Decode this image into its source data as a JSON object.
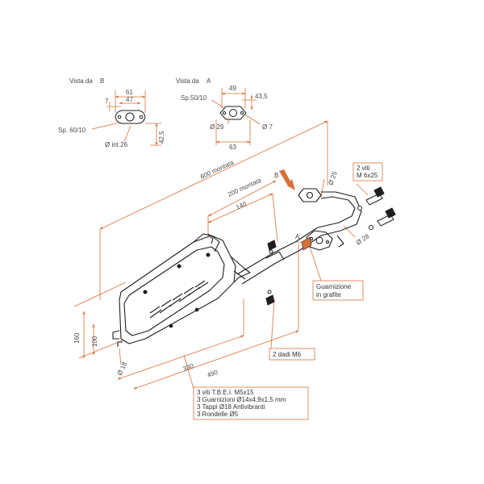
{
  "colors": {
    "dimension": "#d9703a",
    "outline": "#1e1e1e",
    "text": "#444444",
    "background": "#ffffff"
  },
  "view_b": {
    "title": "Vista da",
    "letter": "B",
    "dim_61": "61",
    "dim_47": "47",
    "dim_7": "7",
    "sp": "Sp. 60/10",
    "int": "Ø int.26",
    "dim_42_5": "42,5"
  },
  "view_a": {
    "title": "Vista da",
    "letter": "A",
    "dim_49": "49",
    "sp": "Sp.50/10",
    "dim_43_5": "43,5",
    "dia_29": "Ø 29",
    "dia_7": "Ø 7",
    "dim_63": "63"
  },
  "main": {
    "dim_600": "600 montata",
    "dim_200": "200 montata",
    "dim_140": "140",
    "marker_b": "B",
    "marker_a": "A",
    "dia_25": "Ø 25",
    "dia_28": "Ø 28",
    "dim_160": "160",
    "dim_100": "100",
    "dia_18": "Ø 18",
    "dim_330": "330",
    "dim_490": "490"
  },
  "labels": {
    "screws_line1": "2 viti",
    "screws_line2": "M 6x25",
    "gasket_line1": "Guarnizione",
    "gasket_line2": "in grafite",
    "nuts": "2 dadi M6",
    "kit_line1": "3 viti T.B.E.I. M5x15",
    "kit_line2": "3 Guarnizioni Ø14x4,9x1,5 mm",
    "kit_line3": "3 Tappi Ø18 Antivibranti",
    "kit_line4": "3 Rondelle Ø5"
  }
}
